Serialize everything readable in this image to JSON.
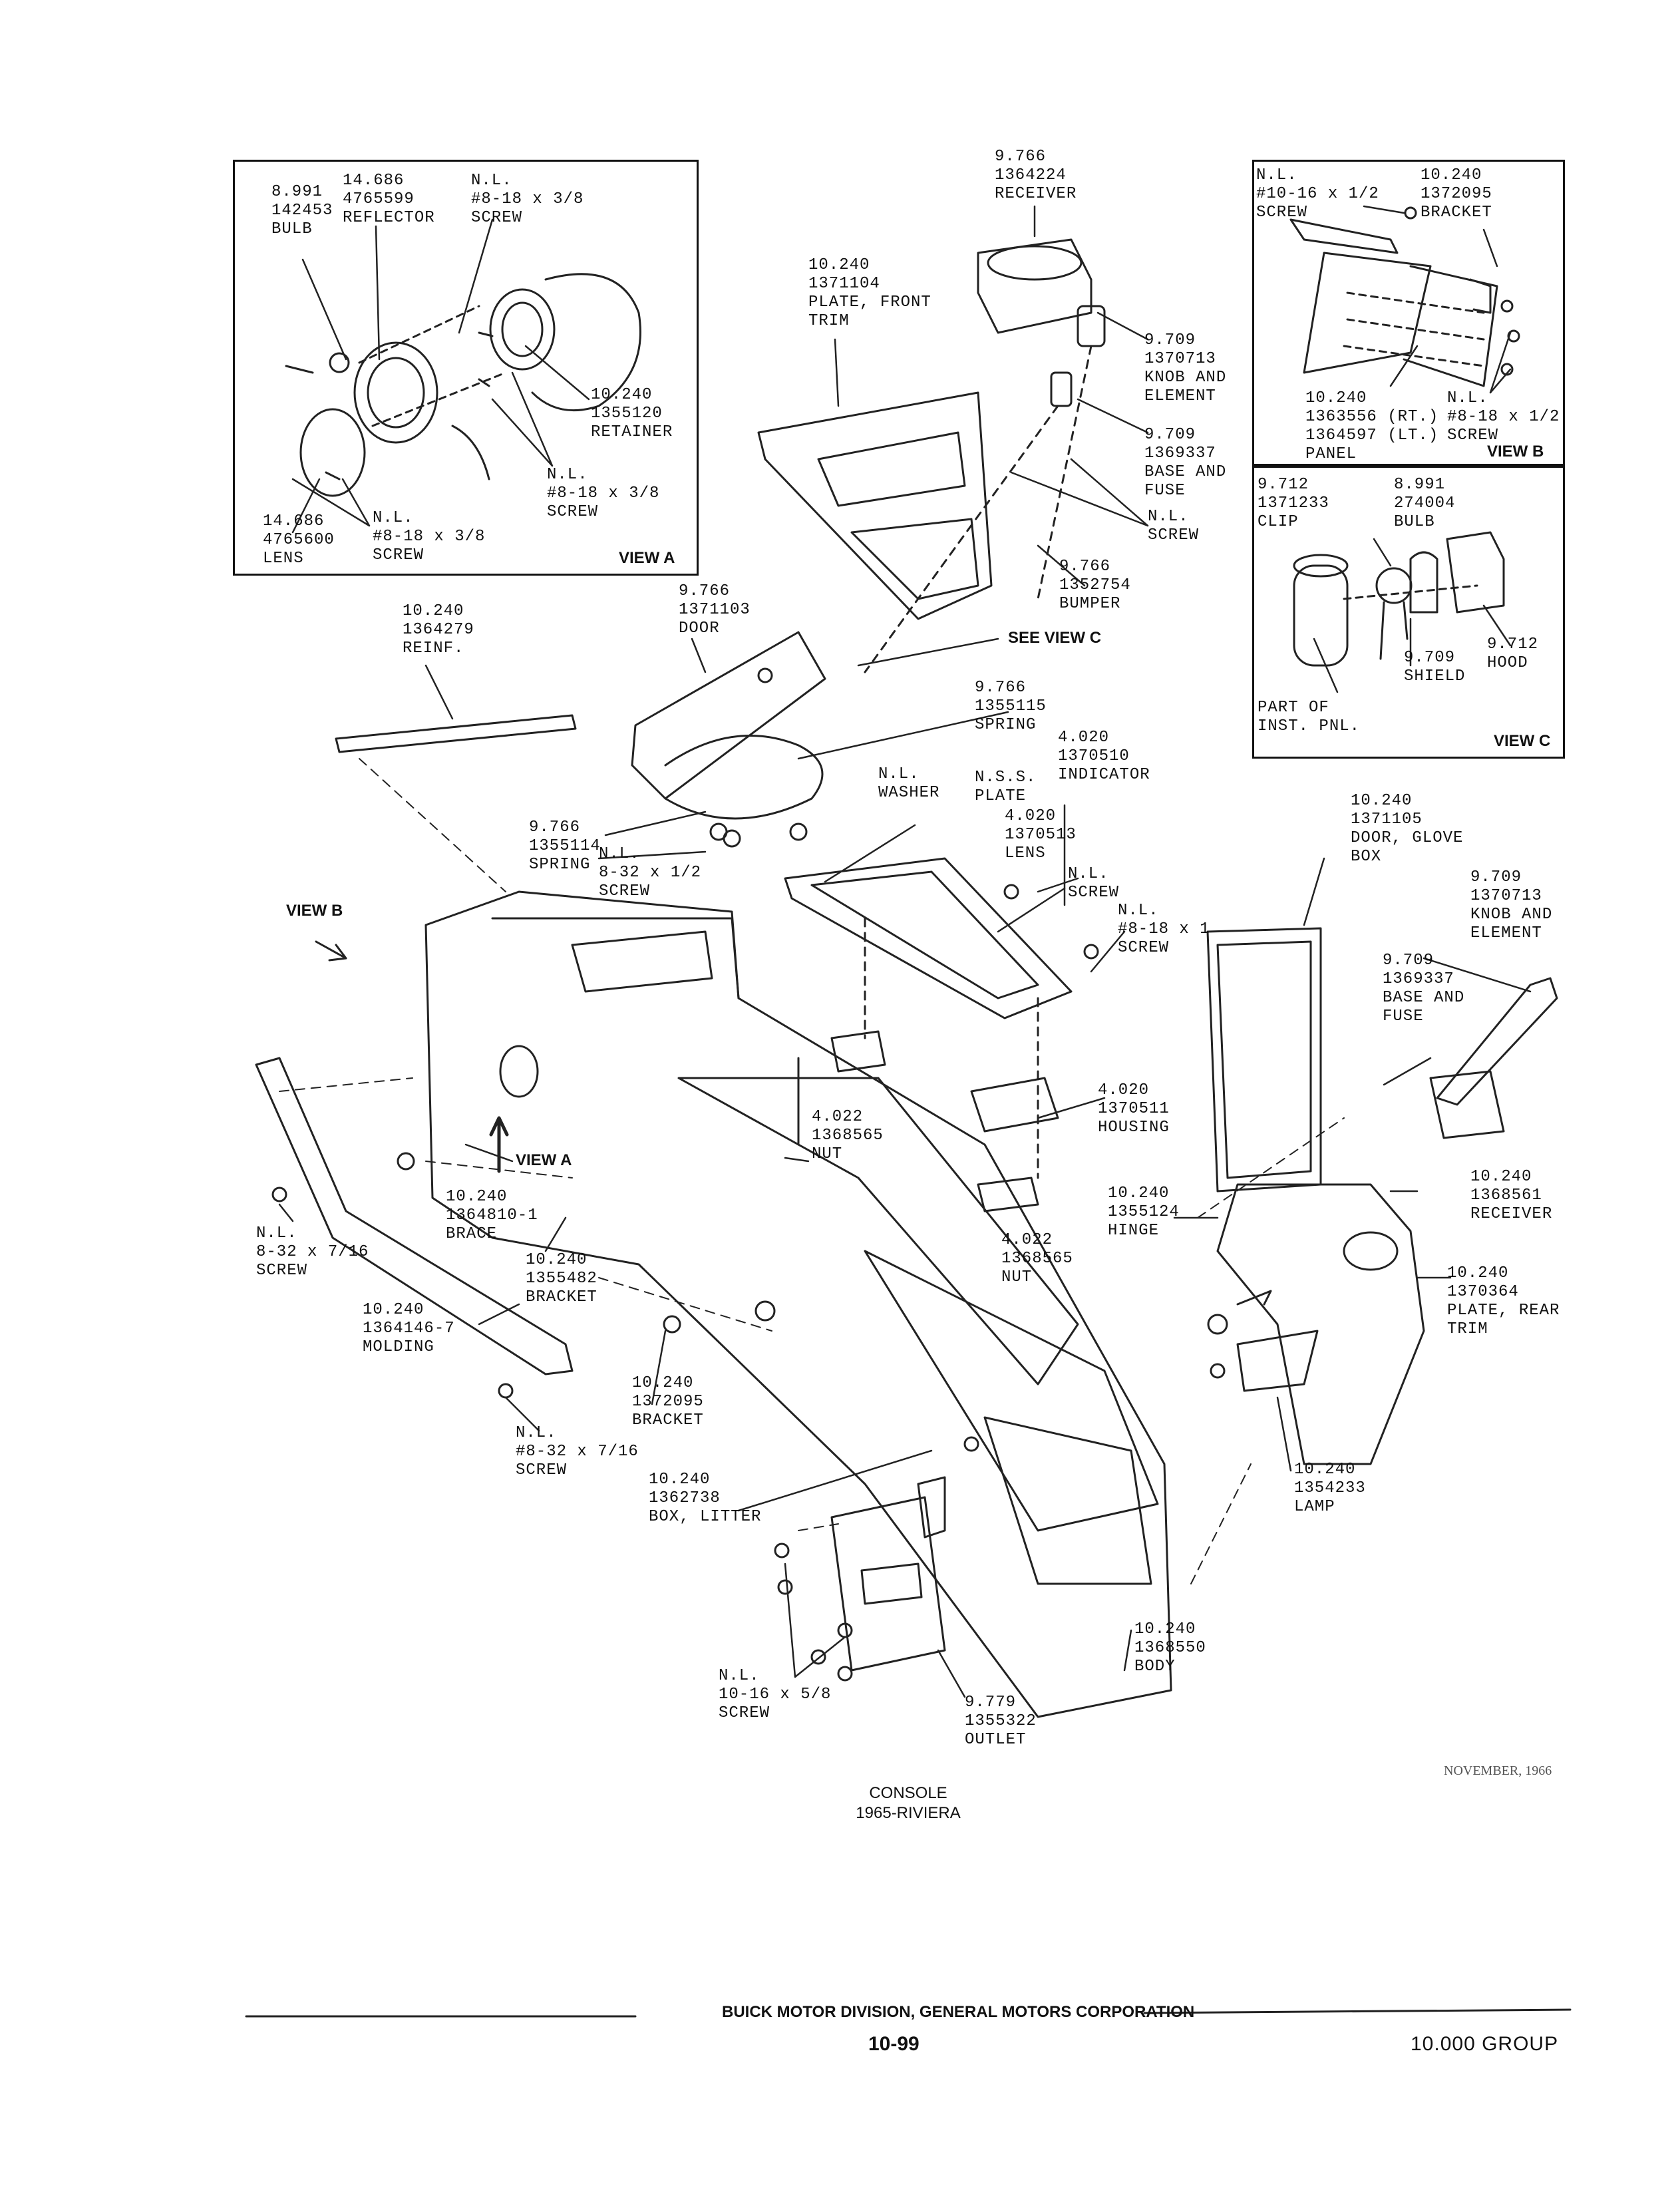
{
  "views": {
    "a": "VIEW A",
    "b_box": "VIEW B",
    "c": "VIEW C",
    "b_arrow": "VIEW B",
    "a_arrow": "VIEW A",
    "see_c": "SEE VIEW C"
  },
  "parts": {
    "bulb_a": "8.991\n142453\nBULB",
    "reflector": "14.686\n4765599\nREFLECTOR",
    "screw_a_top": "N.L.\n#8-18 x 3/8\nSCREW",
    "retainer": "10.240\n1355120\nRETAINER",
    "screw_a_mid": "N.L.\n#8-18 x 3/8\nSCREW",
    "lens_a": "14.686\n4765600\nLENS",
    "screw_a_bottom": "N.L.\n#8-18 x 3/8\nSCREW",
    "receiver_top": "9.766\n1364224\nRECEIVER",
    "front_trim": "10.240\n1371104\nPLATE, FRONT\nTRIM",
    "knob_top": "9.709\n1370713\nKNOB AND\nELEMENT",
    "base_fuse_top": "9.709\n1369337\nBASE AND\nFUSE",
    "screw_center": "N.L.\nSCREW",
    "bumper": "9.766\n1352754\nBUMPER",
    "screw_b_top": "N.L.\n#10-16 x 1/2\nSCREW",
    "bracket_b": "10.240\n1372095\nBRACKET",
    "panel_b": "10.240\n1363556 (RT.)\n1364597 (LT.)\nPANEL",
    "screw_b_right": "N.L.\n#8-18 x 1/2\nSCREW",
    "clip_c": "9.712\n1371233\nCLIP",
    "bulb_c": "8.991\n274004\nBULB",
    "shield_c": "9.709\nSHIELD",
    "hood_c": "9.712\nHOOD",
    "inst_pnl": "PART OF\nINST. PNL.",
    "reinf": "10.240\n1364279\nREINF.",
    "door": "9.766\n1371103\nDOOR",
    "spring_top": "9.766\n1355115\nSPRING",
    "indicator": "4.020\n1370510\nINDICATOR",
    "washer": "N.L.\nWASHER",
    "nss_plate": "N.S.S.\nPLATE",
    "lens_center": "4.020\n1370513\nLENS",
    "spring_left": "9.766\n1355114\nSPRING",
    "screw_8_32_half": "N.L.\n8-32 x 1/2\nSCREW",
    "screw_nl_center": "N.L.\nSCREW",
    "screw_8_18_1": "N.L.\n#8-18 x 1\nSCREW",
    "glove_door": "10.240\n1371105\nDOOR, GLOVE\nBOX",
    "knob_right": "9.709\n1370713\nKNOB AND\nELEMENT",
    "base_fuse_right": "9.709\n1369337\nBASE AND\nFUSE",
    "housing": "4.020\n1370511\nHOUSING",
    "nut_upper": "4.022\n1368565\nNUT",
    "nut_lower": "4.022\n1368565\nNUT",
    "hinge": "10.240\n1355124\nHINGE",
    "receiver_right": "10.240\n1368561\nRECEIVER",
    "rear_trim": "10.240\n1370364\nPLATE, REAR\nTRIM",
    "brace": "10.240\n1364810-1\nBRACE",
    "bracket_left": "10.240\n1355482\nBRACKET",
    "screw_8_32_716_top": "N.L.\n8-32 x 7/16\nSCREW",
    "molding": "10.240\n1364146-7\nMOLDING",
    "bracket_bottom": "10.240\n1372095\nBRACKET",
    "screw_8_32_716_bottom": "N.L.\n#8-32 x 7/16\nSCREW",
    "litter_box": "10.240\n1362738\nBOX, LITTER",
    "lamp": "10.240\n1354233\nLAMP",
    "body": "10.240\n1368550\nBODY",
    "screw_10_16": "N.L.\n10-16 x 5/8\nSCREW",
    "outlet": "9.779\n1355322\nOUTLET"
  },
  "date": "NOVEMBER, 1966",
  "caption": {
    "line1": "CONSOLE",
    "line2": "1965-RIVIERA"
  },
  "footer": {
    "division": "BUICK MOTOR DIVISION, GENERAL MOTORS CORPORATION",
    "page": "10-99",
    "group": "10.000 GROUP"
  }
}
